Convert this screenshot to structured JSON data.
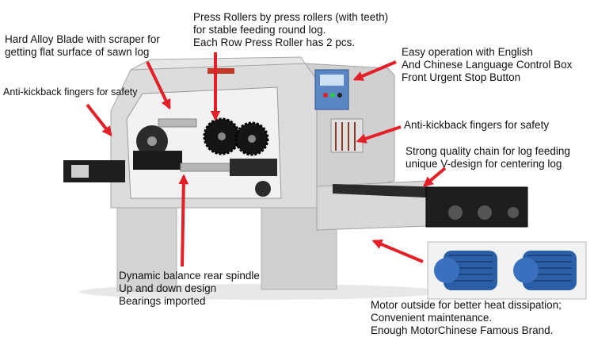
{
  "labels": {
    "press_rollers": [
      "Press Rollers by press rollers (with teeth)",
      "for stable feeding round log.",
      "Each Row Press Roller has 2 pcs."
    ],
    "blade": [
      "Hard Alloy Blade with scraper for",
      "getting flat surface of sawn log"
    ],
    "control_box": [
      "Easy operation with English",
      "And Chinese Language Control Box",
      "Front Urgent Stop Button"
    ],
    "kickback_left": [
      "Anti-kickback fingers for safety"
    ],
    "kickback_right": [
      "Anti-kickback fingers for safety"
    ],
    "chain": [
      "Strong quality chain for log feeding",
      "unique V-design for centering log"
    ],
    "spindle": [
      "Dynamic balance rear spindle",
      "Up and down design",
      "Bearings imported"
    ],
    "motor": [
      "Motor outside for better heat dissipation;",
      "Convenient maintenance.",
      "Enough MotorChinese Famous Brand."
    ]
  },
  "colors": {
    "arrow": "#e32028",
    "body": "#d9d9d9",
    "dark": "#1a1a1a",
    "motor": "#2a5fa8"
  }
}
